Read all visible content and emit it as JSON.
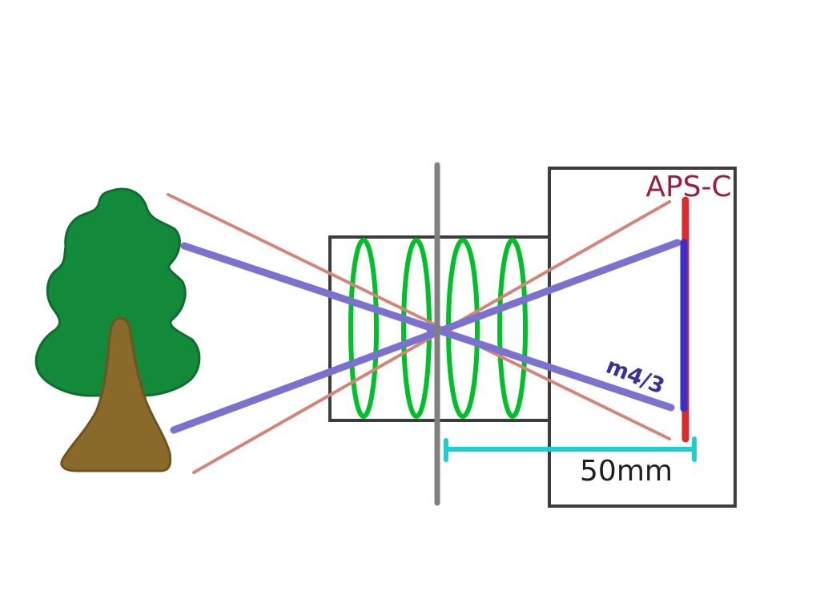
{
  "labels": {
    "sensor_large": "APS-C",
    "sensor_small": "m4/3",
    "focal_length": "50mm"
  },
  "colors": {
    "background": "#ffffff",
    "outline": "#3d3d3d",
    "optical_axis": "#808080",
    "lens_elements": "#00c02a",
    "aps_c_sensor": "#dd2a2a",
    "aps_c_label": "#9a1f3f",
    "aps_c_rays": "#d4857a",
    "m43_sensor": "#3a2fcc",
    "m43_rays": "#7b72d0",
    "m43_label": "#3b2f9a",
    "focal_marker": "#1ccfcf",
    "focal_label": "#1e1e1e",
    "tree_foliage": "#128a3a",
    "tree_foliage_edge": "#0e6e2e",
    "tree_trunk": "#8a6a2a",
    "tree_trunk_edge": "#6e5420"
  },
  "icons": {
    "subject": "tree-icon"
  }
}
